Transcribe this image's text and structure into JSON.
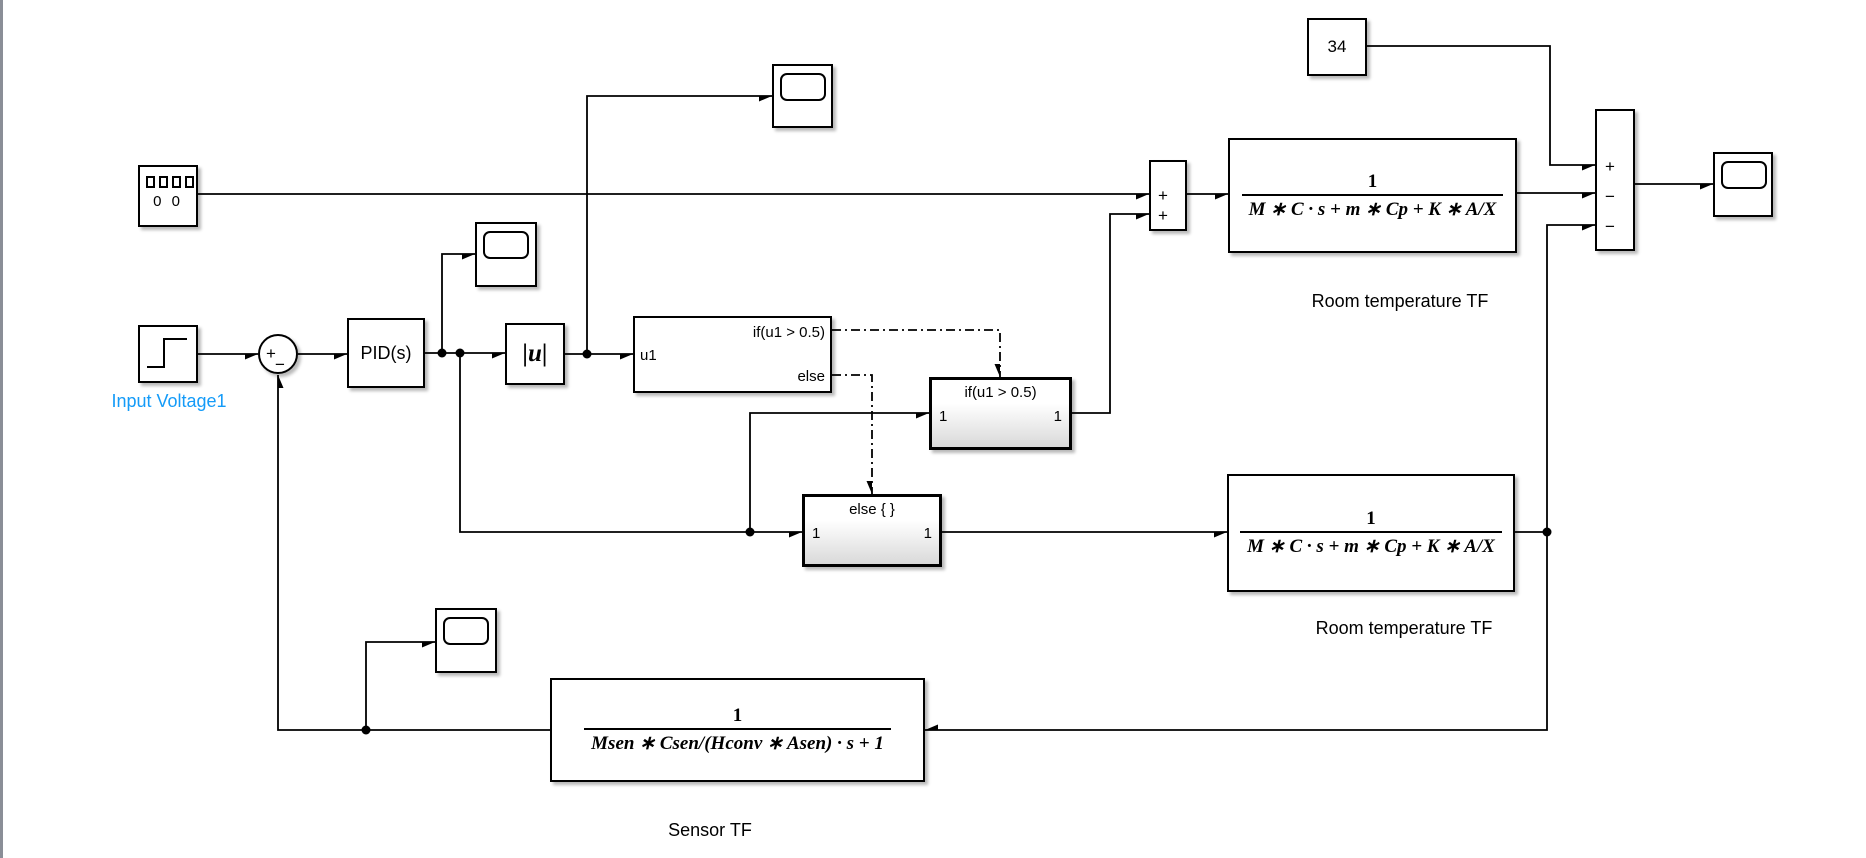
{
  "diagram": {
    "signal_generator": {
      "display": "0 0"
    },
    "step": {
      "name": "Input Voltage1"
    },
    "sum_feedback": {
      "plus": "+",
      "minus": "−"
    },
    "pid": {
      "label": "PID(s)"
    },
    "abs": {
      "label": "|u|"
    },
    "if_block": {
      "input": "u1",
      "if_out": "if(u1 > 0.5)",
      "else_out": "else"
    },
    "if_action": {
      "title": "if(u1 > 0.5)",
      "in": "1",
      "out": "1"
    },
    "else_action": {
      "title": "else { }",
      "in": "1",
      "out": "1"
    },
    "sum_plus": {
      "signs": [
        "+",
        "+"
      ]
    },
    "room_tf_1": {
      "num": "1",
      "den": "M ∗ C · s + m ∗ Cp + K ∗ A/X",
      "caption": "Room temperature TF"
    },
    "constant": {
      "value": "34"
    },
    "sum_out": {
      "signs": [
        "+",
        "−",
        "−"
      ]
    },
    "room_tf_2": {
      "num": "1",
      "den": "M ∗ C · s + m ∗ Cp + K ∗ A/X",
      "caption": "Room temperature TF"
    },
    "sensor_tf": {
      "num": "1",
      "den": "Msen ∗ Csen/(Hconv ∗ Asen) · s + 1",
      "caption": "Sensor TF"
    }
  },
  "colors": {
    "line": "#000000",
    "step_label": "#149bf8",
    "window_edge": "#8a8e97"
  }
}
